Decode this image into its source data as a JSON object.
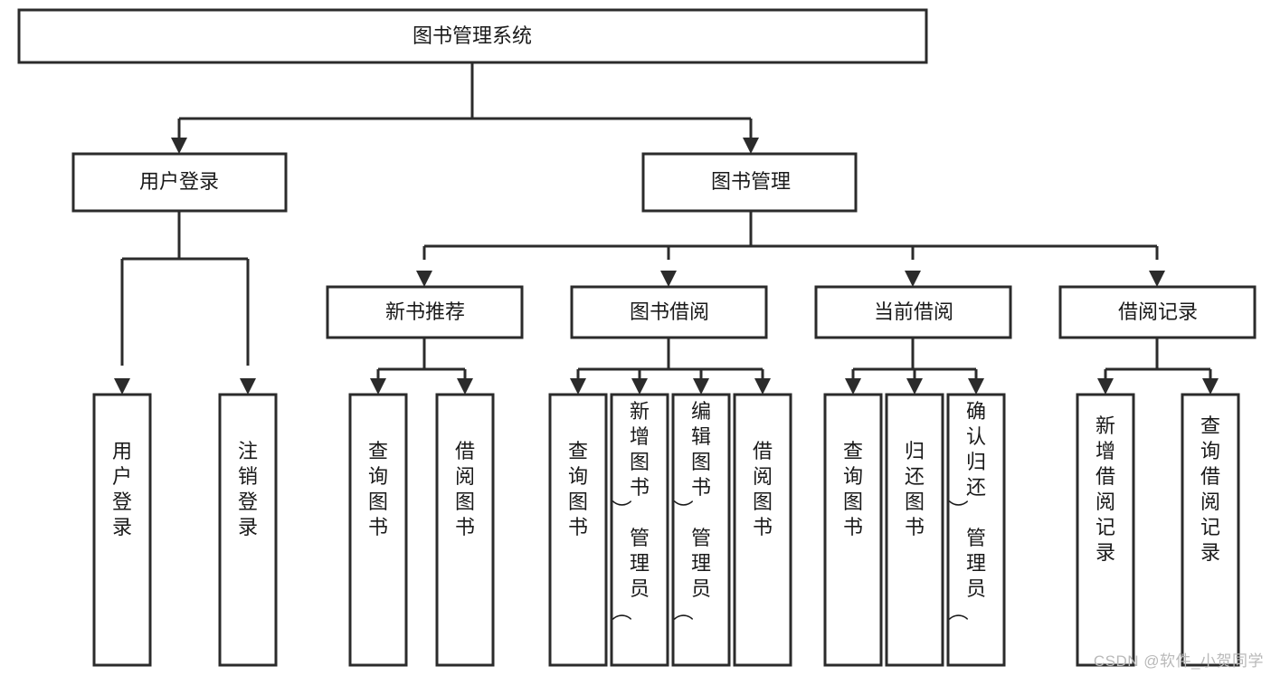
{
  "diagram": {
    "title": "图书管理系统",
    "type": "hierarchy-tree",
    "orientation": "top-down",
    "colors": {
      "stroke": "#2b2b2b",
      "fill": "#ffffff",
      "text": "#1a1a1a",
      "background": "#ffffff",
      "watermark": "#b9b9b9"
    },
    "root": {
      "id": "root",
      "label": "图书管理系统"
    },
    "level2": [
      {
        "id": "user-login",
        "label": "用户登录"
      },
      {
        "id": "book-management",
        "label": "图书管理"
      }
    ],
    "level3": [
      {
        "id": "new-book-recommend",
        "label": "新书推荐",
        "parent": "book-management"
      },
      {
        "id": "book-borrow",
        "label": "图书借阅",
        "parent": "book-management"
      },
      {
        "id": "current-borrow",
        "label": "当前借阅",
        "parent": "book-management"
      },
      {
        "id": "borrow-record",
        "label": "借阅记录",
        "parent": "book-management"
      }
    ],
    "leaves": [
      {
        "id": "leaf-user-login",
        "label": "用户登录",
        "parent": "user-login"
      },
      {
        "id": "leaf-user-logout",
        "label": "注销登录",
        "parent": "user-login"
      },
      {
        "id": "leaf-query-book-1",
        "label": "查询图书",
        "parent": "new-book-recommend"
      },
      {
        "id": "leaf-borrow-book-1",
        "label": "借阅图书",
        "parent": "new-book-recommend"
      },
      {
        "id": "leaf-query-book-2",
        "label": "查询图书",
        "parent": "book-borrow"
      },
      {
        "id": "leaf-add-book",
        "label": "新增图书（管理员）",
        "parent": "book-borrow"
      },
      {
        "id": "leaf-edit-book",
        "label": "编辑图书（管理员）",
        "parent": "book-borrow"
      },
      {
        "id": "leaf-borrow-book-2",
        "label": "借阅图书",
        "parent": "book-borrow"
      },
      {
        "id": "leaf-query-book-3",
        "label": "查询图书",
        "parent": "current-borrow"
      },
      {
        "id": "leaf-return-book",
        "label": "归还图书",
        "parent": "current-borrow"
      },
      {
        "id": "leaf-confirm-return",
        "label": "确认归还（管理员）",
        "parent": "current-borrow"
      },
      {
        "id": "leaf-add-record",
        "label": "新增借阅记录",
        "parent": "borrow-record"
      },
      {
        "id": "leaf-query-record",
        "label": "查询借阅记录",
        "parent": "borrow-record"
      }
    ]
  },
  "watermark": {
    "text": "CSDN @软件_小贺同学"
  }
}
